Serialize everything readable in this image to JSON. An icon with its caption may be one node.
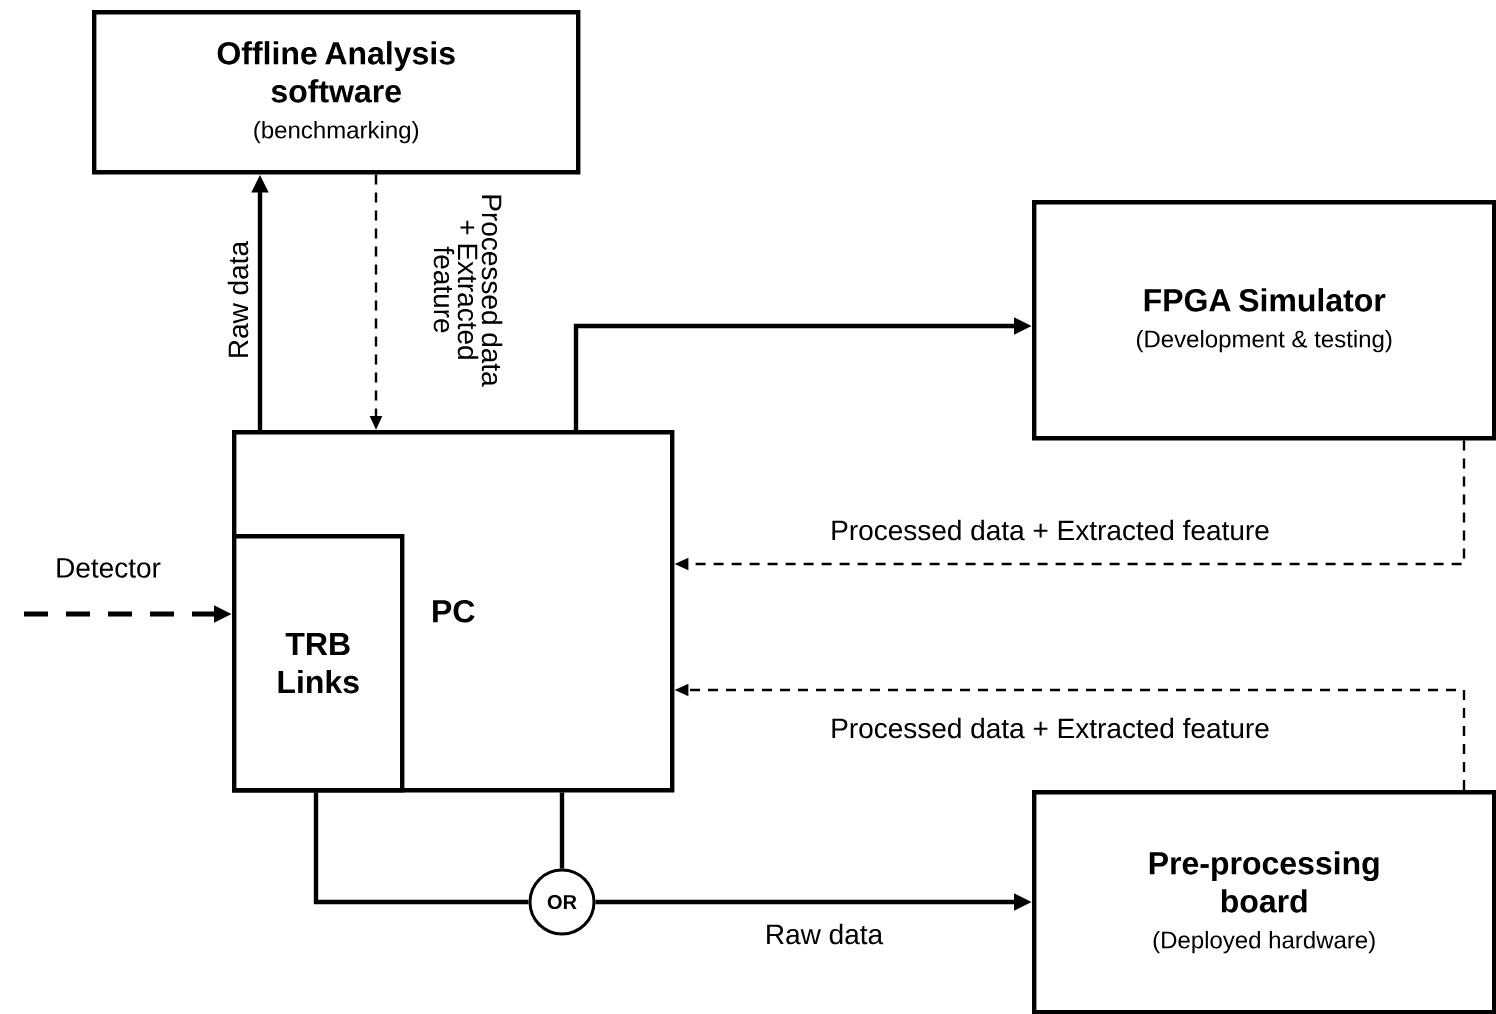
{
  "diagram": {
    "nodes": [
      {
        "text": [
          "Offline Analysis software",
          "(benchmarking)"
        ]
      },
      {
        "text": [
          "PC"
        ]
      },
      {
        "text": [
          "TRB Links"
        ],
        "in": 1
      },
      {
        "text": [
          "FPGA Simulator",
          "(Development & testing)"
        ]
      },
      {
        "text": [
          "Pre-processing board",
          "(Deployed hardware)"
        ]
      },
      {
        "text": [
          "OR"
        ]
      }
    ],
    "edges": [
      {
        "from": 1,
        "to": 0,
        "arrow": "to",
        "label": "Raw data"
      },
      {
        "from": 0,
        "to": 1,
        "arrow": "to",
        "style": "dashed",
        "label": "Processed data + Extracted feature"
      },
      {
        "from": 1,
        "to": 3,
        "arrow": "to"
      },
      {
        "from": 3,
        "to": 1,
        "arrow": "to",
        "style": "dashed",
        "label": "Processed data + Extracted feature"
      },
      {
        "from": 4,
        "to": 1,
        "arrow": "to",
        "style": "dashed",
        "label": "Processed data + Extracted feature"
      },
      {
        "from": null,
        "to": 2,
        "arrow": "to",
        "style": "dashed",
        "label": "Detector"
      },
      {
        "from": 2,
        "to": 5,
        "arrow": "none"
      },
      {
        "from": 1,
        "to": 5,
        "arrow": "none"
      },
      {
        "from": 5,
        "to": 4,
        "arrow": "to",
        "label": "Raw data"
      }
    ]
  }
}
